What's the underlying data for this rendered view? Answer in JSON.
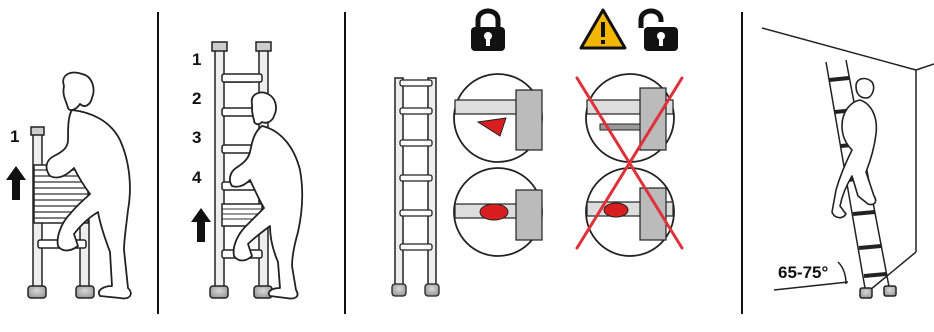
{
  "panel1": {
    "step": "1"
  },
  "panel2": {
    "steps": [
      "1",
      "2",
      "3",
      "4"
    ]
  },
  "panel3": {
    "lock_icon": "padlock-closed-icon",
    "warning_icon": "warning-triangle-icon",
    "unlock_icon": "padlock-open-icon",
    "lock_color": "#111111",
    "warning_color": "#f2b705",
    "latch_color": "#d81e1e",
    "cross_color": "#e0303a"
  },
  "panel4": {
    "angle": "65-75°"
  }
}
